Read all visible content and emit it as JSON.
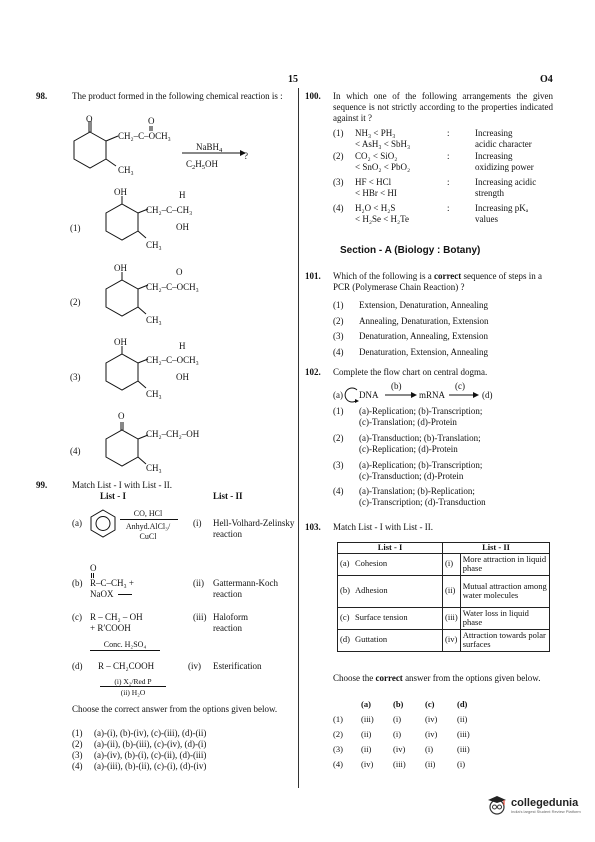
{
  "header": {
    "page_number": "15",
    "code": "O4"
  },
  "q98": {
    "num": "98.",
    "text": "The product formed in the following chemical reaction is :",
    "reagent1": "NaBH",
    "reagent1_sub": "4",
    "reagent2": "C",
    "q_mark": "?",
    "options": [
      {
        "label": "(1)",
        "chain": "CH₂–C–CH₃",
        "sub_top": "H",
        "sub_bot": "OH"
      },
      {
        "label": "(2)",
        "chain": "CH₂–C–OCH₃",
        "sub_top": "O",
        "sub_bot": ""
      },
      {
        "label": "(3)",
        "chain": "CH₂–C–OCH₃",
        "sub_top": "H",
        "sub_bot": "OH"
      },
      {
        "label": "(4)",
        "chain": "CH₂–CH₂–OH",
        "sub_top": "",
        "sub_bot": ""
      }
    ],
    "ring_top": "O",
    "ring_oh": "OH",
    "methyl": "CH₃",
    "reactant_chain": "CH₂–C–OCH₃"
  },
  "q99": {
    "num": "99.",
    "text": "Match List - I with List - II.",
    "list1": "List - I",
    "list2": "List - II",
    "rows": [
      {
        "l": "(a)",
        "r_label": "(i)",
        "r": "Hell-Volhard-Zelinsky reaction"
      },
      {
        "l": "(b)",
        "r_label": "(ii)",
        "r": "Gattermann-Koch reaction"
      },
      {
        "l": "(c)",
        "r_label": "(iii)",
        "r": "Haloform reaction"
      },
      {
        "l": "(d)",
        "r_label": "(iv)",
        "r": "Esterification"
      }
    ],
    "a_reagent1": "CO, HCl",
    "a_reagent2": "Anhyd.AlCl₃/",
    "a_reagent3": "CuCl",
    "b_formula": "R–C–CH₃ +",
    "b_O": "O",
    "b_reagent": "NaOX",
    "c_line1": "R – CH₂ – OH",
    "c_line2": "+ R′COOH",
    "c_reagent": "Conc. H₂SO₄",
    "d_formula": "R – CH₂COOH",
    "d_reagent1": "(i) X₂/Red P",
    "d_reagent2": "(ii) H₂O",
    "choose": "Choose the correct answer from the options given below.",
    "choose_bold": "correct",
    "answers": [
      {
        "n": "(1)",
        "t": "(a)-(i), (b)-(iv), (c)-(iii), (d)-(ii)"
      },
      {
        "n": "(2)",
        "t": "(a)-(ii), (b)-(iii), (c)-(iv), (d)-(i)"
      },
      {
        "n": "(3)",
        "t": "(a)-(iv), (b)-(i), (c)-(ii), (d)-(iii)"
      },
      {
        "n": "(4)",
        "t": "(a)-(iii), (b)-(ii), (c)-(i), (d)-(iv)"
      }
    ]
  },
  "q100": {
    "num": "100.",
    "text": "In which one of the following arrangements the given sequence is not strictly according to the properties indicated against it ?",
    "rows": [
      {
        "n": "(1)",
        "l1": "NH₃ < PH₃",
        "l2": "< AsH₃ < SbH₃",
        "sep": ":",
        "p1": "Increasing",
        "p2": "acidic character"
      },
      {
        "n": "(2)",
        "l1": "CO₂ < SiO₂",
        "l2": "< SnO₂ < PbO₂",
        "sep": ":",
        "p1": "Increasing",
        "p2": "oxidizing power"
      },
      {
        "n": "(3)",
        "l1": "HF < HCl",
        "l2": "< HBr < HI",
        "sep": ":",
        "p1": "Increasing acidic",
        "p2": "strength"
      },
      {
        "n": "(4)",
        "l1": "H₂O < H₂S",
        "l2": "< H₂Se < H₂Te",
        "sep": ":",
        "p1": "Increasing pKₐ",
        "p2": "values"
      }
    ]
  },
  "section": "Section - A (Biology : Botany)",
  "q101": {
    "num": "101.",
    "text_pre": "Which of the following is a ",
    "text_bold": "correct",
    "text_post": " sequence of steps in a PCR (Polymerase Chain Reaction) ?",
    "options": [
      {
        "n": "(1)",
        "t": "Extension, Denaturation, Annealing"
      },
      {
        "n": "(2)",
        "t": "Annealing, Denaturation, Extension"
      },
      {
        "n": "(3)",
        "t": "Denaturation, Annealing, Extension"
      },
      {
        "n": "(4)",
        "t": "Denaturation, Extension, Annealing"
      }
    ]
  },
  "q102": {
    "num": "102.",
    "text": "Complete the flow chart on central dogma.",
    "flow_a": "(a)",
    "flow_dna": "DNA",
    "flow_b": "(b)",
    "flow_mrna": "mRNA",
    "flow_c": "(c)",
    "flow_d": "(d)",
    "options": [
      {
        "n": "(1)",
        "l1": "(a)-Replication; (b)-Transcription;",
        "l2": "(c)-Translation; (d)-Protein"
      },
      {
        "n": "(2)",
        "l1": "(a)-Transduction; (b)-Translation;",
        "l2": "(c)-Replication; (d)-Protein"
      },
      {
        "n": "(3)",
        "l1": "(a)-Replication; (b)-Transcription;",
        "l2": "(c)-Transduction; (d)-Protein"
      },
      {
        "n": "(4)",
        "l1": "(a)-Translation; (b)-Replication;",
        "l2": "(c)-Transcription; (d)-Transduction"
      }
    ]
  },
  "q103": {
    "num": "103.",
    "text": "Match List - I with List - II.",
    "list1": "List - I",
    "list2": "List - II",
    "rows": [
      {
        "a": "(a)",
        "l": "Cohesion",
        "b": "(i)",
        "r": "More attraction in liquid phase"
      },
      {
        "a": "(b)",
        "l": "Adhesion",
        "b": "(ii)",
        "r": "Mutual attraction among water molecules"
      },
      {
        "a": "(c)",
        "l": "Surface tension",
        "b": "(iii)",
        "r": "Water loss in liquid phase"
      },
      {
        "a": "(d)",
        "l": "Guttation",
        "b": "(iv)",
        "r": "Attraction towards polar surfaces"
      }
    ],
    "choose_pre": "Choose the ",
    "choose_bold": "correct",
    "choose_post": " answer from the options given below.",
    "head": [
      "(a)",
      "(b)",
      "(c)",
      "(d)"
    ],
    "answers": [
      {
        "n": "(1)",
        "v": [
          "(iii)",
          "(i)",
          "(iv)",
          "(ii)"
        ]
      },
      {
        "n": "(2)",
        "v": [
          "(ii)",
          "(i)",
          "(iv)",
          "(iii)"
        ]
      },
      {
        "n": "(3)",
        "v": [
          "(ii)",
          "(iv)",
          "(i)",
          "(iii)"
        ]
      },
      {
        "n": "(4)",
        "v": [
          "(iv)",
          "(iii)",
          "(ii)",
          "(i)"
        ]
      }
    ]
  },
  "logo": {
    "name": "collegedunia",
    "tagline": "India's largest Student Review Platform"
  }
}
